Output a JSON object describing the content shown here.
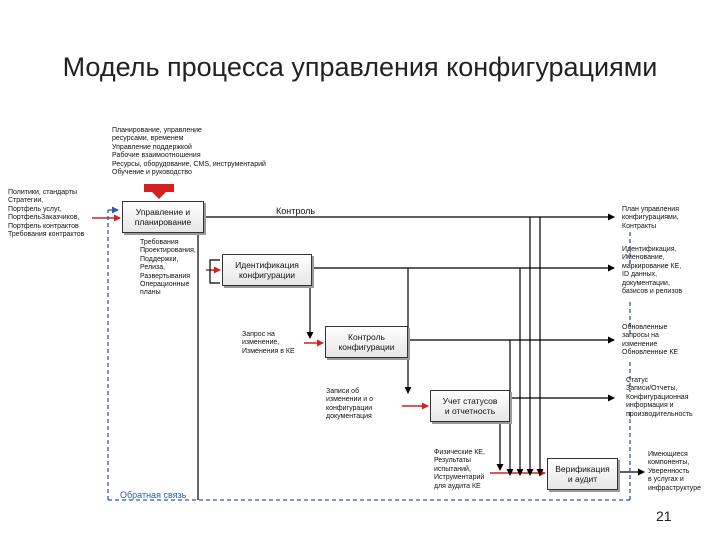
{
  "title": "Модель процесса управления конфигурациями",
  "slide_number": "21",
  "colors": {
    "line": "#000000",
    "arrow_red": "#d42020",
    "feedback": "#2e5aa8",
    "box_border": "#333333"
  },
  "boxes": {
    "plan": "Управление и\nпланирование",
    "identify": "Идентификация\nконфигурации",
    "control": "Контроль\nконфигурации",
    "status": "Учет статусов\nи отчетность",
    "verify": "Верификация\nи аудит"
  },
  "labels": {
    "top_inputs": "Планирование, управление\nресурсами, временем\nУправление поддержкой\nРабочие взаимоотношения\nРесурсы, оборудование, CMS, инструментарий\nОбучение и руководство",
    "left_inputs": "Политики, стандарты\nСтратегии,\nПортфель услуг,\nПортфельЗаказчиков,\nПортфель контрактов\nТребования контрактов",
    "identify_inputs": "Требования\nПроектирования,\nПоддержки,\nРелиза,\nРазвертывания\nОперационные\nпланы",
    "control_inputs": "Запрос на\nизменение,\nИзменения в КЕ",
    "status_inputs": "Записи об\nизменении и о\nконфигурации\nдокументация",
    "verify_inputs": "Физические КЕ,\nРезультаты\nиспытаний,\nИструментарий\nдля аудита КЕ",
    "out_plan": "План управления\nконфигурациями,\nКонтракты",
    "out_identify": "Идентификация,\nИменование,\nмаркирование КЕ,\nID данных,\nдокументации,\nбазисов и релизов",
    "out_control": "Обновленные\nзапросы на\nизменение\nОбновленные КЕ",
    "out_status": "Статус\nЗаписи/Отчеты,\nКонфигурационная\nинформация и\nпроизводительность",
    "out_verify": "Имеющиеся\nкомпоненты,\nУверенность\nв услугах и\nинфраструктуре",
    "control_line": "Контроль",
    "feedback": "Обратная связь"
  }
}
